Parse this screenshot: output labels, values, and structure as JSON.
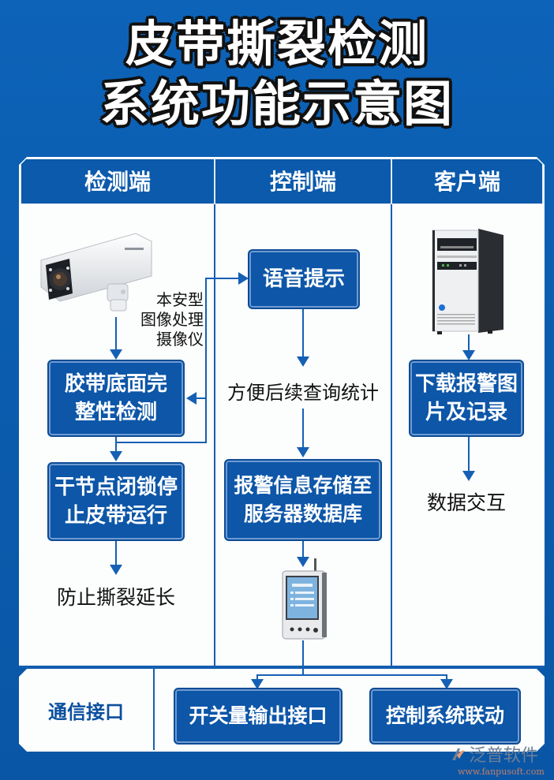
{
  "title": {
    "line1": "皮带撕裂检测",
    "line2": "系统功能示意图"
  },
  "columns": [
    {
      "header": "检测端"
    },
    {
      "header": "控制端"
    },
    {
      "header": "客户端"
    }
  ],
  "detection": {
    "camera_icon": "bullet-camera-icon",
    "camera_label_lines": [
      "本安型",
      "图像处理",
      "摄像仪"
    ],
    "box1": [
      "胶带底面完",
      "整性检测"
    ],
    "box2": [
      "干节点闭锁停",
      "止皮带运行"
    ],
    "result": "防止撕裂延长"
  },
  "control": {
    "box1": "语音提示",
    "note": "方便后续查询统计",
    "box2": [
      "报警信息存储至",
      "服务器数据库"
    ],
    "device_icon": "control-terminal-icon"
  },
  "client": {
    "server_icon": "server-tower-icon",
    "box1": [
      "下载报警图",
      "片及记录"
    ],
    "result": "数据交互"
  },
  "communication": {
    "label": "通信接口",
    "box1": "开关量输出接口",
    "box2": "控制系统联动"
  },
  "watermark": {
    "brand": "泛普软件",
    "url": "www.fanpusoft.com"
  },
  "colors": {
    "background": "#0b5cae",
    "box": "#0d56a8",
    "line": "#1560b4",
    "panel": "#fcfdfd"
  }
}
